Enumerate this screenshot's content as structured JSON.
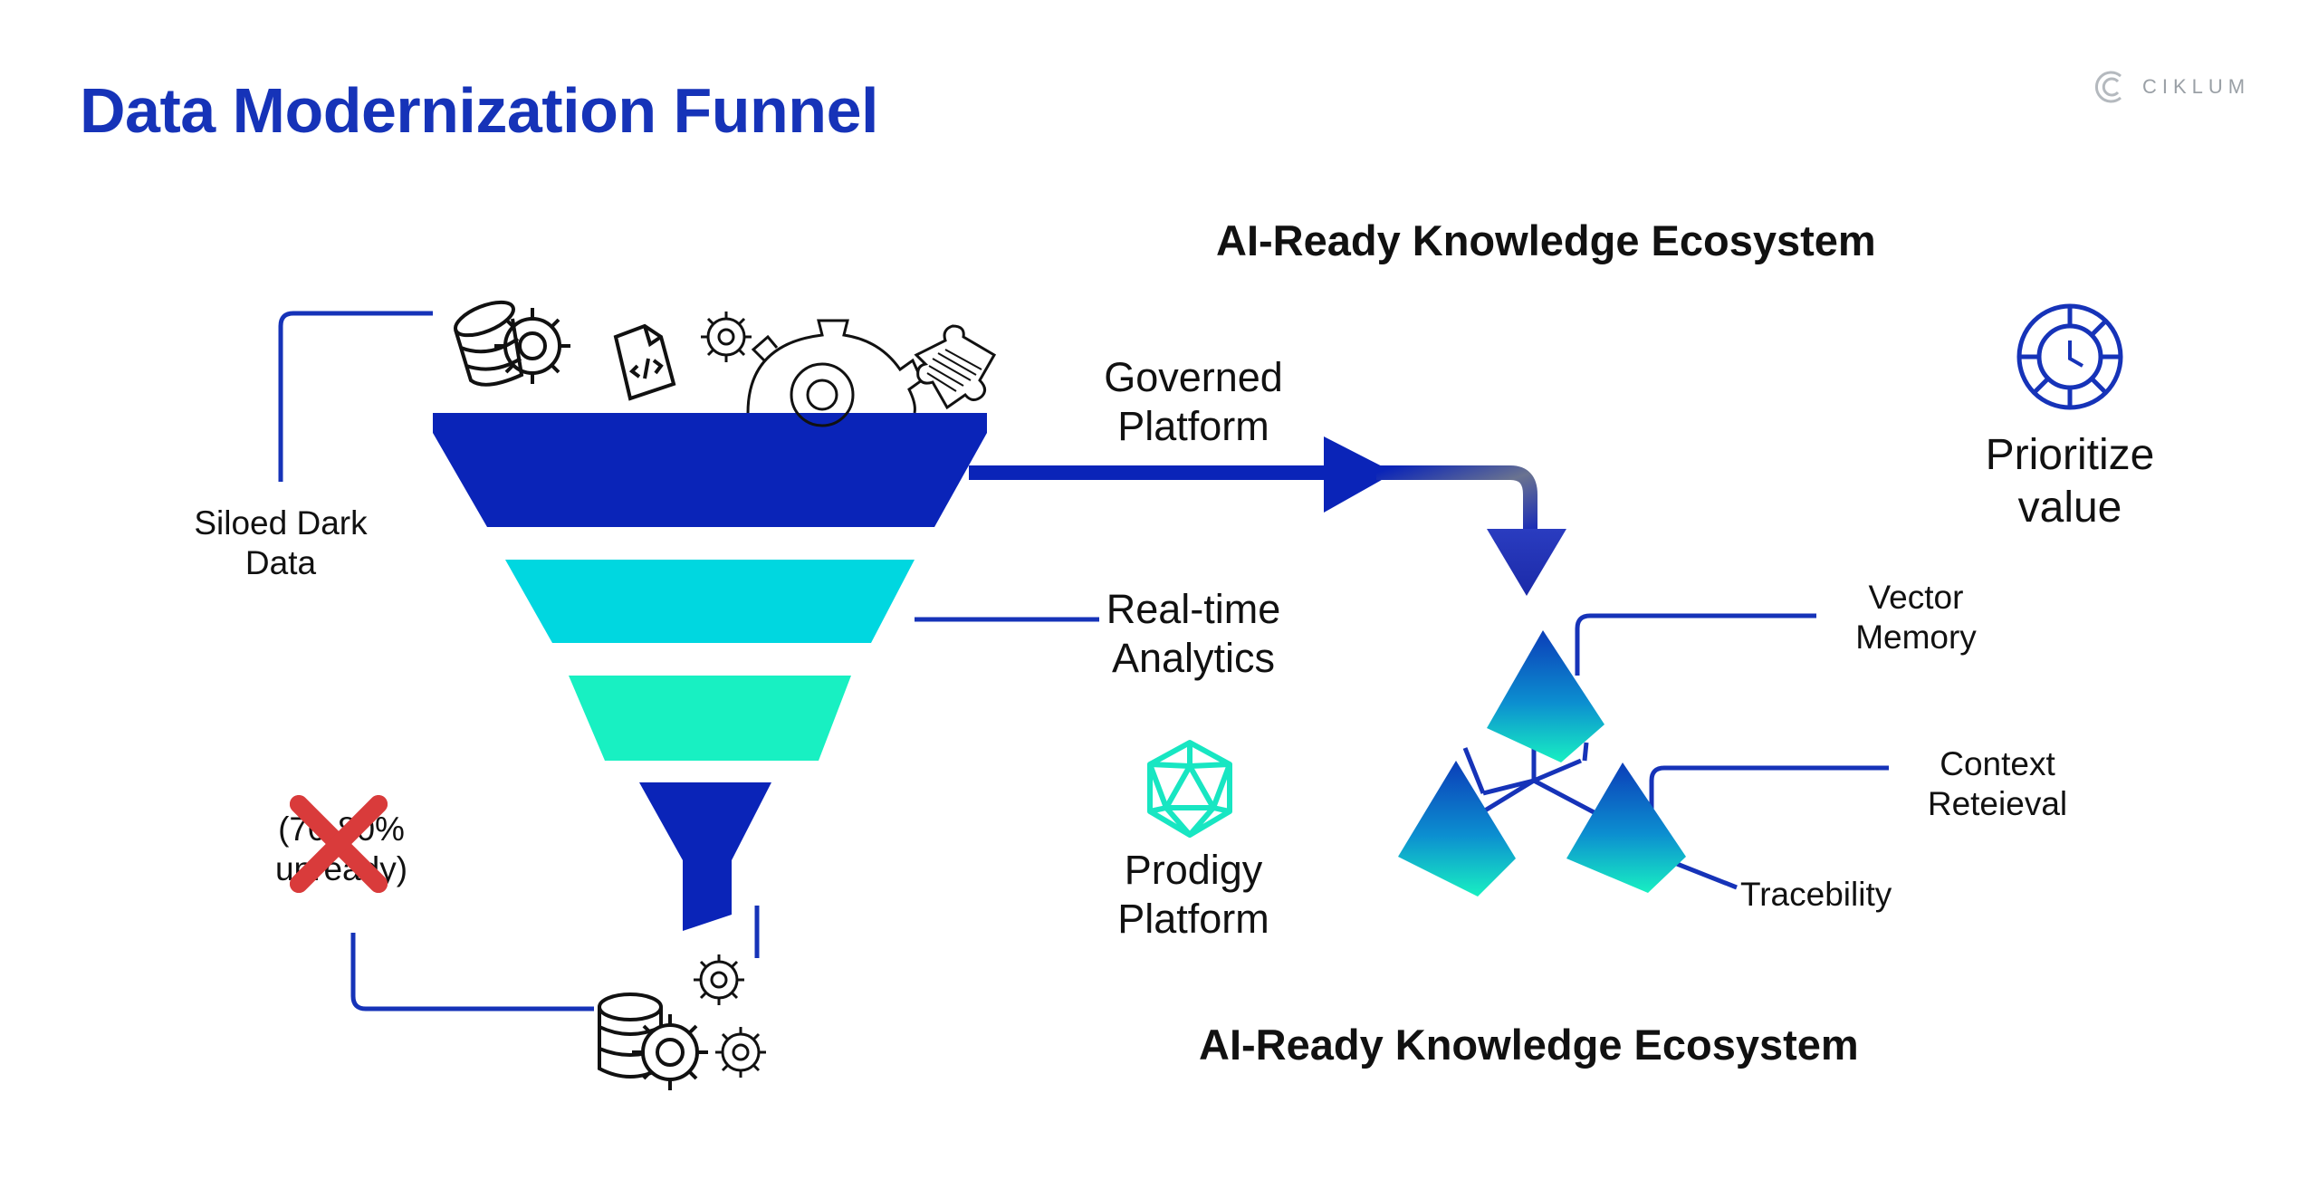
{
  "title": "Data Modernization Funnel",
  "logo": {
    "text": "CIKLUM",
    "icon": "ciklum-logo-icon"
  },
  "headers": {
    "top": "AI-Ready Knowledge Ecosystem",
    "bottom": "AI-Ready Knowledge Ecosystem"
  },
  "funnel": {
    "input_label": [
      "Siloed Dark",
      "Data"
    ],
    "output_label": [
      "(70-80%",
      "unready)"
    ],
    "output_marker": "red-x-icon",
    "layers": [
      {
        "color": "#0a24b8",
        "label": [
          "Governed",
          "Platform"
        ]
      },
      {
        "color": "#00d7e0",
        "label": [
          "Real-time",
          "Analytics"
        ]
      },
      {
        "color": "#18f0c2",
        "label": []
      },
      {
        "color": "#0a24b8",
        "label": []
      }
    ]
  },
  "prodigy": {
    "label": [
      "Prodigy",
      "Platform"
    ],
    "icon": "icosahedron-icon"
  },
  "prioritize": {
    "label": [
      "Prioritize",
      "value"
    ],
    "icon": "clock-dial-icon"
  },
  "ecosystem": {
    "nodes": [
      "Vector",
      "Memory",
      "Context",
      "Reteieval",
      "Tracebility"
    ]
  },
  "colors": {
    "brand_blue": "#1633b8",
    "navy": "#0a24b8",
    "cyan": "#00d7e0",
    "mint": "#18f0c2",
    "red_x": "#d93b3b"
  }
}
